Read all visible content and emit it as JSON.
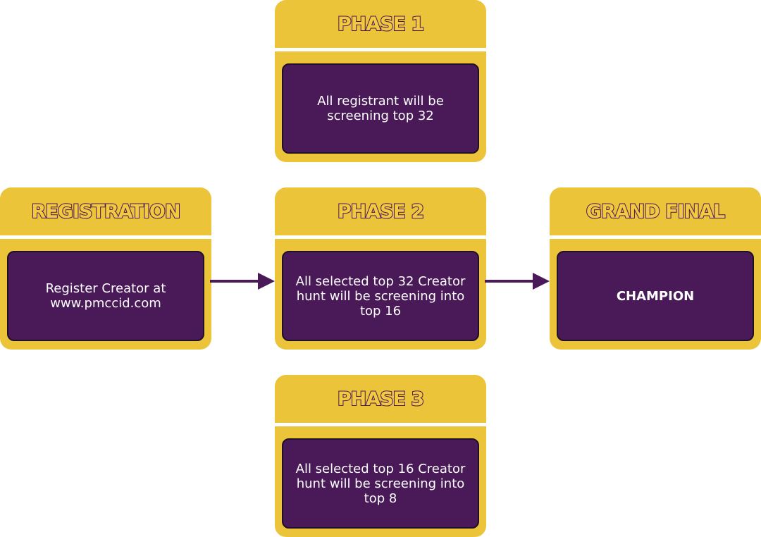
{
  "colors": {
    "card_yellow": "#ebc43a",
    "card_purple": "#4a1958",
    "title_outline": "#4a1758",
    "arrow": "#4a1958",
    "text": "#ffffff"
  },
  "cards": {
    "phase1": {
      "title": "PHASE 1",
      "text": "All registrant will be screening top 32"
    },
    "registration": {
      "title": "REGISTRATION",
      "text": "Register Creator at www.pmccid.com"
    },
    "phase2": {
      "title": "PHASE 2",
      "text": "All selected top 32 Creator hunt will be screening into top 16"
    },
    "grand_final": {
      "title": "GRAND FINAL",
      "text": "CHAMPION"
    },
    "phase3": {
      "title": "PHASE 3",
      "text": "All selected top 16 Creator hunt will be screening into top 8"
    }
  },
  "arrows": [
    {
      "from": "registration",
      "to": "phase2"
    },
    {
      "from": "phase2",
      "to": "grand_final"
    }
  ]
}
